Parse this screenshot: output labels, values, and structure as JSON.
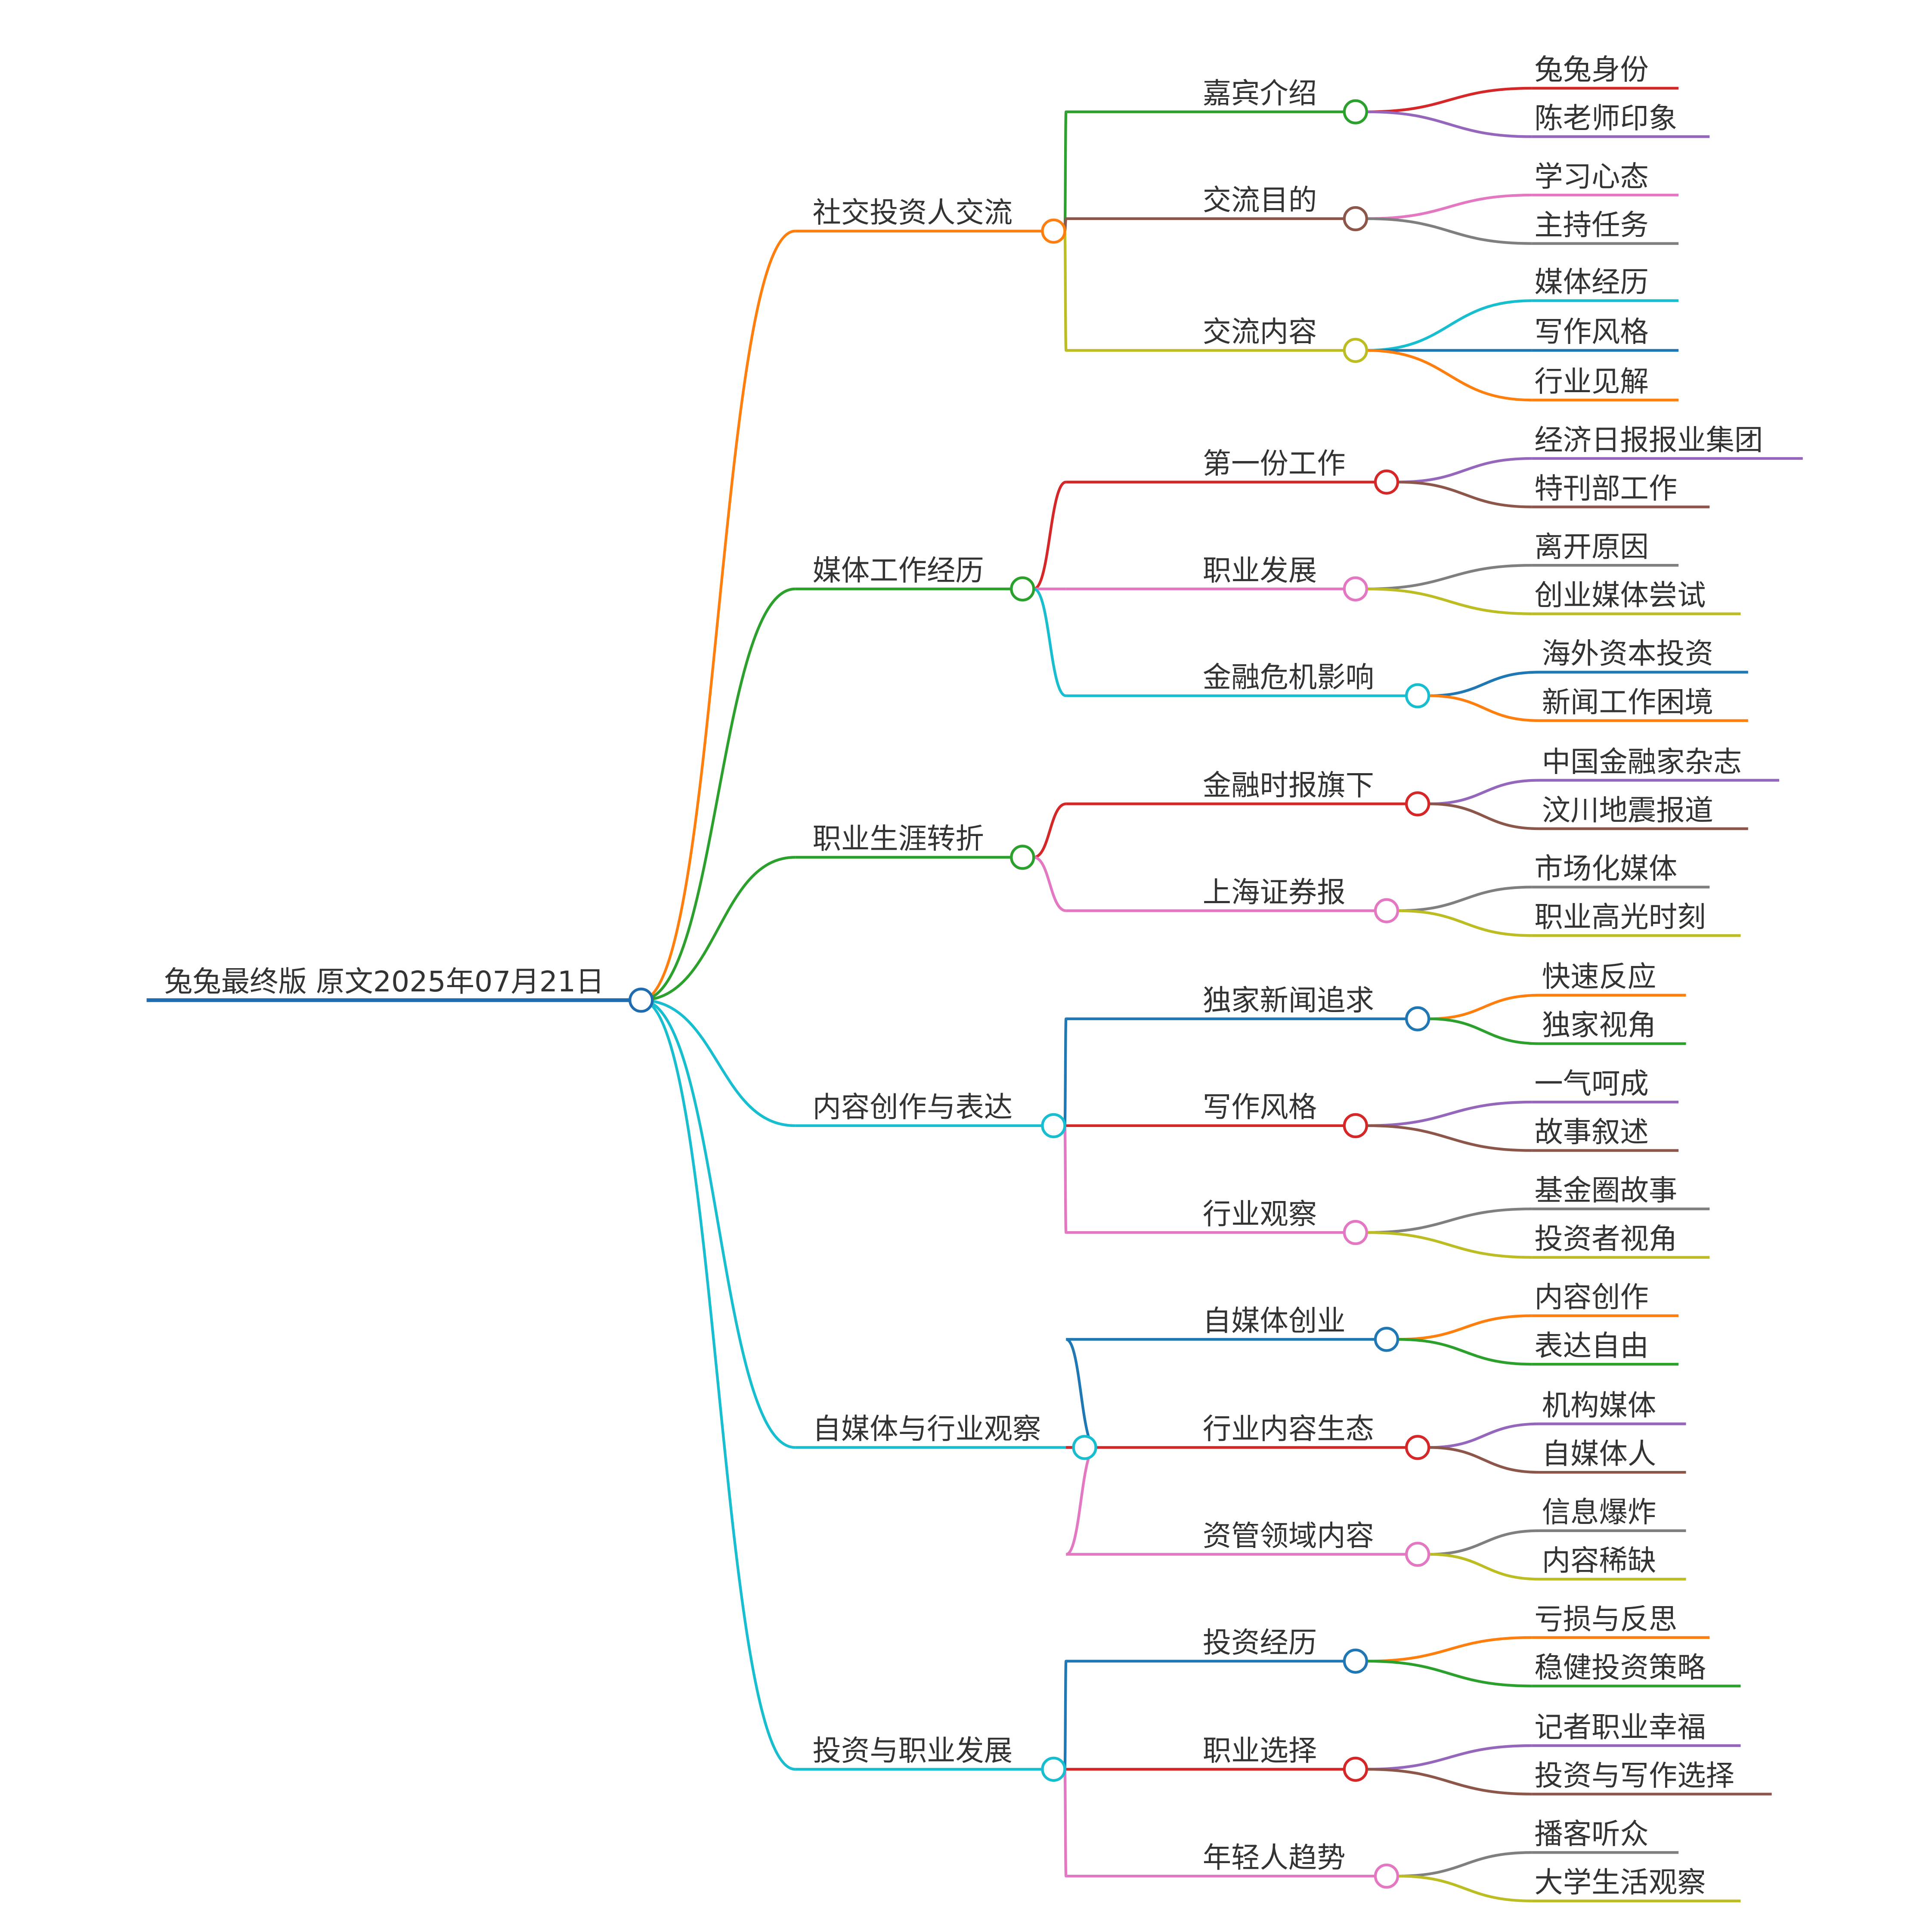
{
  "root": {
    "label": "兔兔最终版  原文2025年07月21日",
    "color": "#1f6db0",
    "children": [
      {
        "label": "社交投资人交流",
        "color": "#ff7f0e",
        "children": [
          {
            "label": "嘉宾介绍",
            "color": "#2ca02c",
            "children": [
              {
                "label": "兔兔身份",
                "color": "#d62728"
              },
              {
                "label": "陈老师印象",
                "color": "#9467bd"
              }
            ]
          },
          {
            "label": "交流目的",
            "color": "#8c564b",
            "children": [
              {
                "label": "学习心态",
                "color": "#e377c2"
              },
              {
                "label": "主持任务",
                "color": "#7f7f7f"
              }
            ]
          },
          {
            "label": "交流内容",
            "color": "#bcbd22",
            "children": [
              {
                "label": "媒体经历",
                "color": "#17becf"
              },
              {
                "label": "写作风格",
                "color": "#1f77b4"
              },
              {
                "label": "行业见解",
                "color": "#ff7f0e"
              }
            ]
          }
        ]
      },
      {
        "label": "媒体工作经历",
        "color": "#2ca02c",
        "children": [
          {
            "label": "第一份工作",
            "color": "#d62728",
            "children": [
              {
                "label": "经济日报报业集团",
                "color": "#9467bd"
              },
              {
                "label": "特刊部工作",
                "color": "#8c564b"
              }
            ]
          },
          {
            "label": "职业发展",
            "color": "#e377c2",
            "children": [
              {
                "label": "离开原因",
                "color": "#7f7f7f"
              },
              {
                "label": "创业媒体尝试",
                "color": "#bcbd22"
              }
            ]
          },
          {
            "label": "金融危机影响",
            "color": "#17becf",
            "children": [
              {
                "label": "海外资本投资",
                "color": "#1f77b4"
              },
              {
                "label": "新闻工作困境",
                "color": "#ff7f0e"
              }
            ]
          }
        ]
      },
      {
        "label": "职业生涯转折",
        "color": "#2ca02c",
        "children": [
          {
            "label": "金融时报旗下",
            "color": "#d62728",
            "children": [
              {
                "label": "中国金融家杂志",
                "color": "#9467bd"
              },
              {
                "label": "汶川地震报道",
                "color": "#8c564b"
              }
            ]
          },
          {
            "label": "上海证券报",
            "color": "#e377c2",
            "children": [
              {
                "label": "市场化媒体",
                "color": "#7f7f7f"
              },
              {
                "label": "职业高光时刻",
                "color": "#bcbd22"
              }
            ]
          }
        ]
      },
      {
        "label": "内容创作与表达",
        "color": "#17becf",
        "children": [
          {
            "label": "独家新闻追求",
            "color": "#1f77b4",
            "children": [
              {
                "label": "快速反应",
                "color": "#ff7f0e"
              },
              {
                "label": "独家视角",
                "color": "#2ca02c"
              }
            ]
          },
          {
            "label": "写作风格",
            "color": "#d62728",
            "children": [
              {
                "label": "一气呵成",
                "color": "#9467bd"
              },
              {
                "label": "故事叙述",
                "color": "#8c564b"
              }
            ]
          },
          {
            "label": "行业观察",
            "color": "#e377c2",
            "children": [
              {
                "label": "基金圈故事",
                "color": "#7f7f7f"
              },
              {
                "label": "投资者视角",
                "color": "#bcbd22"
              }
            ]
          }
        ]
      },
      {
        "label": "自媒体与行业观察",
        "color": "#17becf",
        "children": [
          {
            "label": "自媒体创业",
            "color": "#1f77b4",
            "children": [
              {
                "label": "内容创作",
                "color": "#ff7f0e"
              },
              {
                "label": "表达自由",
                "color": "#2ca02c"
              }
            ]
          },
          {
            "label": "行业内容生态",
            "color": "#d62728",
            "children": [
              {
                "label": "机构媒体",
                "color": "#9467bd"
              },
              {
                "label": "自媒体人",
                "color": "#8c564b"
              }
            ]
          },
          {
            "label": "资管领域内容",
            "color": "#e377c2",
            "children": [
              {
                "label": "信息爆炸",
                "color": "#7f7f7f"
              },
              {
                "label": "内容稀缺",
                "color": "#bcbd22"
              }
            ]
          }
        ]
      },
      {
        "label": "投资与职业发展",
        "color": "#17becf",
        "children": [
          {
            "label": "投资经历",
            "color": "#1f77b4",
            "children": [
              {
                "label": "亏损与反思",
                "color": "#ff7f0e"
              },
              {
                "label": "稳健投资策略",
                "color": "#2ca02c"
              }
            ]
          },
          {
            "label": "职业选择",
            "color": "#d62728",
            "children": [
              {
                "label": "记者职业幸福",
                "color": "#9467bd"
              },
              {
                "label": "投资与写作选择",
                "color": "#8c564b"
              }
            ]
          },
          {
            "label": "年轻人趋势",
            "color": "#e377c2",
            "children": [
              {
                "label": "播客听众",
                "color": "#7f7f7f"
              },
              {
                "label": "大学生活观察",
                "color": "#bcbd22"
              }
            ]
          }
        ]
      }
    ]
  }
}
